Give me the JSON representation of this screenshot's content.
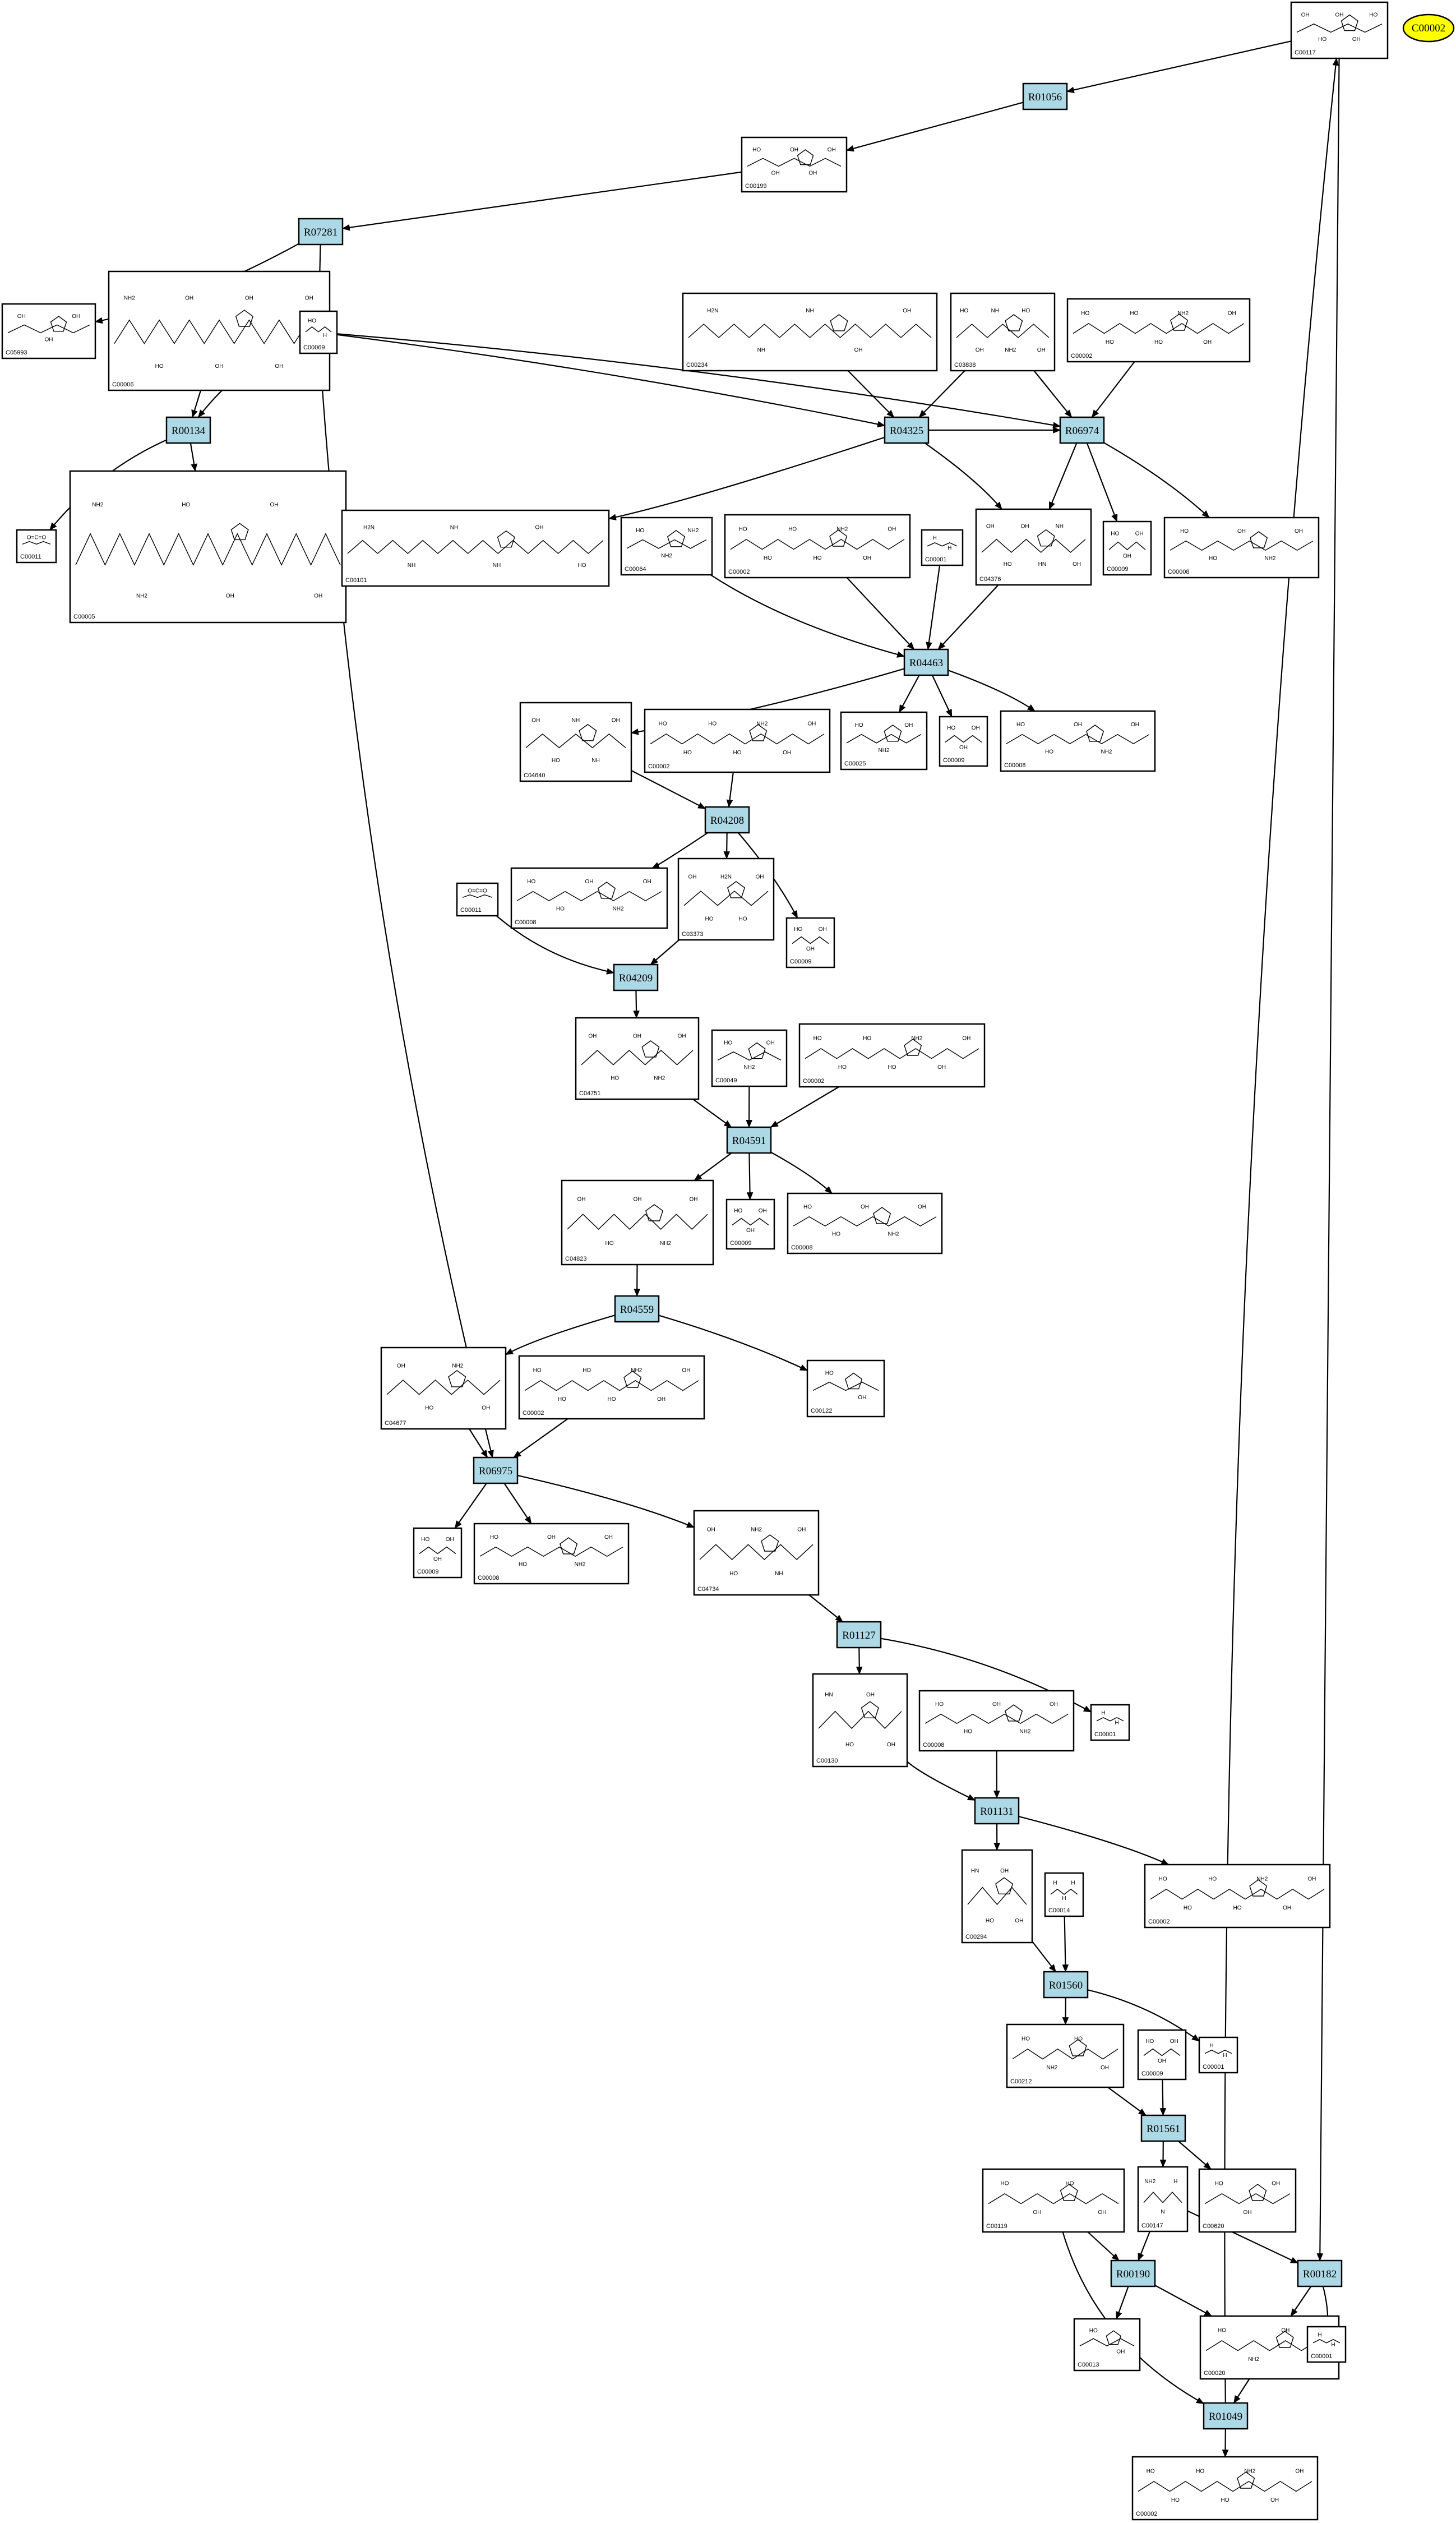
{
  "legend": {
    "label": "C00002",
    "color": "#ffff00"
  },
  "colors": {
    "reaction_fill": "#add8e6",
    "node_stroke": "#000000"
  },
  "reactions": [
    {
      "id": "R01056"
    },
    {
      "id": "R07281"
    },
    {
      "id": "R00134"
    },
    {
      "id": "R04325"
    },
    {
      "id": "R06974"
    },
    {
      "id": "R04463"
    },
    {
      "id": "R04208"
    },
    {
      "id": "R04209"
    },
    {
      "id": "R04591"
    },
    {
      "id": "R04559"
    },
    {
      "id": "R06975"
    },
    {
      "id": "R01127"
    },
    {
      "id": "R01131"
    },
    {
      "id": "R01560"
    },
    {
      "id": "R01561"
    },
    {
      "id": "R00190"
    },
    {
      "id": "R00182"
    },
    {
      "id": "R01049"
    }
  ],
  "compounds": [
    {
      "id": "C00117",
      "sub": [
        "OH",
        "HO",
        "OH",
        "OH",
        "HO"
      ]
    },
    {
      "id": "C00199",
      "sub": [
        "HO",
        "OH",
        "OH",
        "OH",
        "OH"
      ]
    },
    {
      "id": "C05993",
      "sub": [
        "OH",
        "OH",
        "OH"
      ]
    },
    {
      "id": "C00006",
      "sub": [
        "NH2",
        "HO",
        "OH",
        "OH",
        "OH",
        "OH",
        "OH"
      ]
    },
    {
      "id": "C00005",
      "sub": [
        "NH2",
        "NH2",
        "HO",
        "OH",
        "OH",
        "OH"
      ]
    },
    {
      "id": "C00011",
      "sub": [
        "O=C=O"
      ]
    },
    {
      "id": "C00069",
      "sub": [
        "HO",
        "H"
      ]
    },
    {
      "id": "C00234",
      "sub": [
        "H2N",
        "NH",
        "NH",
        "OH",
        "OH"
      ]
    },
    {
      "id": "C03838",
      "sub": [
        "HO",
        "OH",
        "NH",
        "NH2",
        "HO",
        "OH"
      ]
    },
    {
      "id": "C00002",
      "sub": [
        "HO",
        "HO",
        "HO",
        "HO",
        "NH2",
        "OH",
        "OH"
      ]
    },
    {
      "id": "C00101",
      "sub": [
        "H2N",
        "NH",
        "NH",
        "NH",
        "OH",
        "HO"
      ]
    },
    {
      "id": "C00064",
      "sub": [
        "HO",
        "NH2",
        "NH2"
      ]
    },
    {
      "id": "C00001",
      "sub": [
        "H",
        "H"
      ]
    },
    {
      "id": "C04376",
      "sub": [
        "OH",
        "HO",
        "OH",
        "HN",
        "NH",
        "OH"
      ]
    },
    {
      "id": "C00009",
      "sub": [
        "HO",
        "OH",
        "OH"
      ]
    },
    {
      "id": "C00008",
      "sub": [
        "HO",
        "HO",
        "OH",
        "NH2",
        "OH"
      ]
    },
    {
      "id": "C04640",
      "sub": [
        "OH",
        "HO",
        "NH",
        "NH",
        "OH"
      ]
    },
    {
      "id": "C00025",
      "sub": [
        "HO",
        "NH2",
        "OH"
      ]
    },
    {
      "id": "C03373",
      "sub": [
        "OH",
        "HO",
        "H2N",
        "HO",
        "OH"
      ]
    },
    {
      "id": "C04751",
      "sub": [
        "OH",
        "HO",
        "OH",
        "NH2",
        "OH"
      ]
    },
    {
      "id": "C00049",
      "sub": [
        "HO",
        "NH2",
        "OH"
      ]
    },
    {
      "id": "C04823",
      "sub": [
        "OH",
        "HO",
        "OH",
        "NH2",
        "OH"
      ]
    },
    {
      "id": "C00122",
      "sub": [
        "HO",
        "OH"
      ]
    },
    {
      "id": "C04677",
      "sub": [
        "OH",
        "HO",
        "NH2",
        "OH"
      ]
    },
    {
      "id": "C04734",
      "sub": [
        "OH",
        "HO",
        "NH2",
        "NH",
        "OH"
      ]
    },
    {
      "id": "C00130",
      "sub": [
        "HN",
        "HO",
        "OH",
        "OH"
      ]
    },
    {
      "id": "C00294",
      "sub": [
        "HN",
        "HO",
        "OH",
        "OH"
      ]
    },
    {
      "id": "C00014",
      "sub": [
        "H",
        "H",
        "H"
      ]
    },
    {
      "id": "C00212",
      "sub": [
        "HO",
        "NH2",
        "HO",
        "OH"
      ]
    },
    {
      "id": "C00119",
      "sub": [
        "HO",
        "OH",
        "HO",
        "OH"
      ]
    },
    {
      "id": "C00147",
      "sub": [
        "NH2",
        "N",
        "H"
      ]
    },
    {
      "id": "C00620",
      "sub": [
        "HO",
        "OH",
        "OH"
      ]
    },
    {
      "id": "C00013",
      "sub": [
        "HO",
        "OH"
      ]
    },
    {
      "id": "C00020",
      "sub": [
        "HO",
        "NH2",
        "OH",
        "OH"
      ]
    }
  ]
}
